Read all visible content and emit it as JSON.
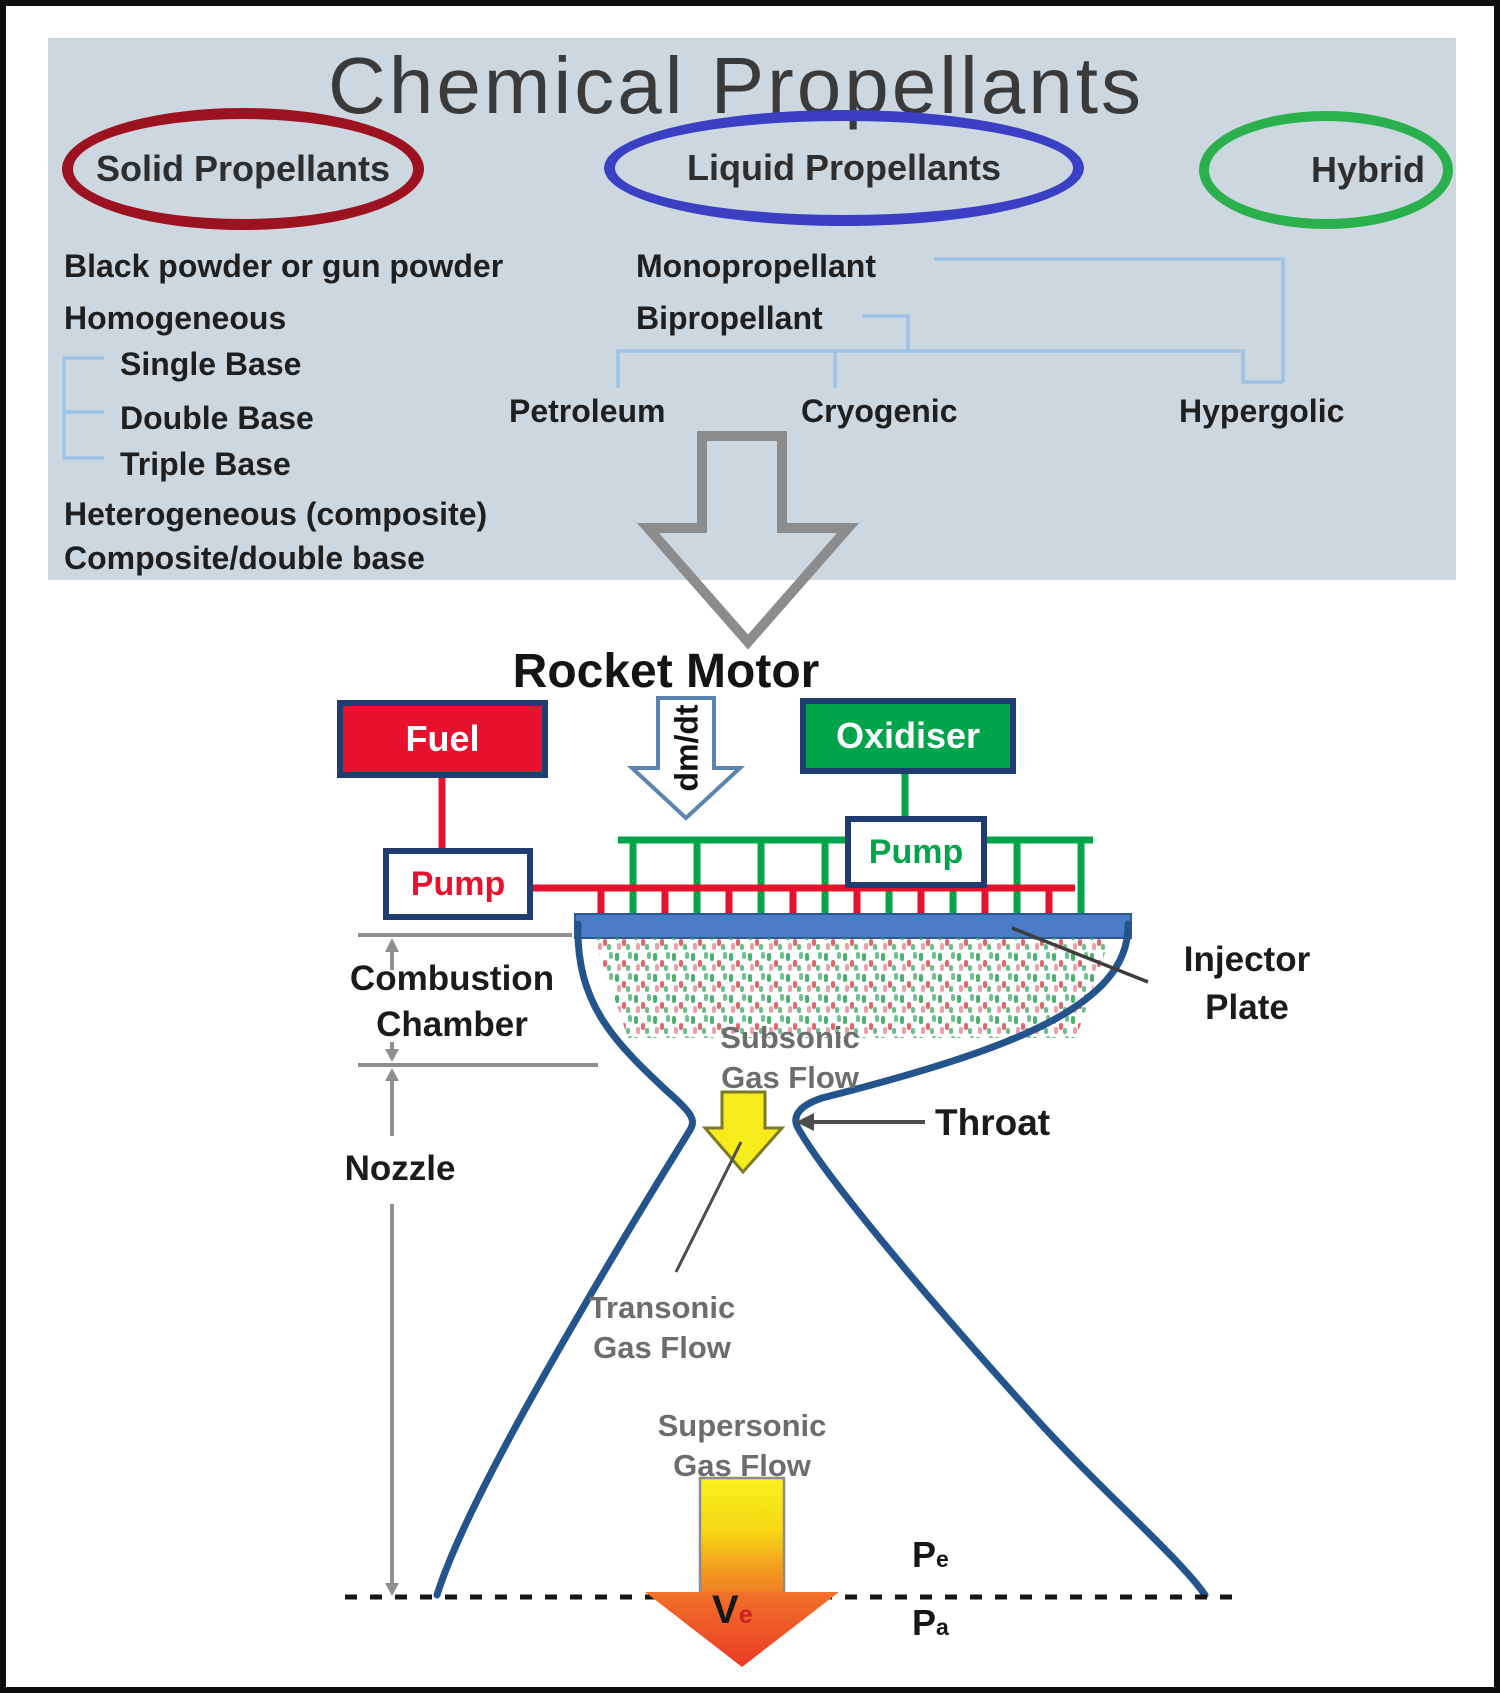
{
  "panel": {
    "title": "Chemical Propellants",
    "solid": {
      "label": "Solid Propellants"
    },
    "liquid": {
      "label": "Liquid Propellants"
    },
    "hybrid": {
      "label": "Hybrid"
    },
    "solid_items": [
      "Black powder or gun powder",
      "Homogeneous",
      "Single Base",
      "Double Base",
      "Triple Base",
      "Heterogeneous (composite)",
      "Composite/double base"
    ],
    "liquid_items": {
      "mono": "Monopropellant",
      "bi": "Bipropellant",
      "petroleum": "Petroleum",
      "cryogenic": "Cryogenic",
      "hypergolic": "Hypergolic"
    }
  },
  "rocket": {
    "title": "Rocket Motor",
    "fuel_label": "Fuel",
    "oxidiser_label": "Oxidiser",
    "pump_left_label": "Pump",
    "pump_right_label": "Pump",
    "mass_flow_label": "dm/dt",
    "combustion_chamber": {
      "line1": "Combustion",
      "line2": "Chamber"
    },
    "nozzle_label": "Nozzle",
    "injector_plate": {
      "line1": "Injector",
      "line2": "Plate"
    },
    "subsonic": {
      "line1": "Subsonic",
      "line2": "Gas Flow"
    },
    "throat_label": "Throat",
    "transonic": {
      "line1": "Transonic",
      "line2": "Gas Flow"
    },
    "supersonic": {
      "line1": "Supersonic",
      "line2": "Gas Flow"
    },
    "exit_velocity": {
      "base": "V",
      "sub": "e"
    },
    "exit_pressure": {
      "base": "P",
      "sub": "e"
    },
    "ambient_pressure": {
      "base": "P",
      "sub": "a"
    }
  },
  "colors": {
    "panel_bg": "#ccd7e0",
    "solid_oval": "#9c1220",
    "liquid_oval": "#3b3fc4",
    "hybrid_oval": "#2ab04c",
    "connector_blue": "#9dc3e6",
    "fuel_red": "#e8112d",
    "oxidiser_green": "#00a44a",
    "box_border_navy": "#1f3d6e",
    "wall_navy": "#24548c",
    "plate_blue": "#4a7cc7",
    "throat_arrow_yellow": "#f6ec1b",
    "exhaust_orange": "#f1582a",
    "gray_arrow": "#8c8c8c"
  }
}
